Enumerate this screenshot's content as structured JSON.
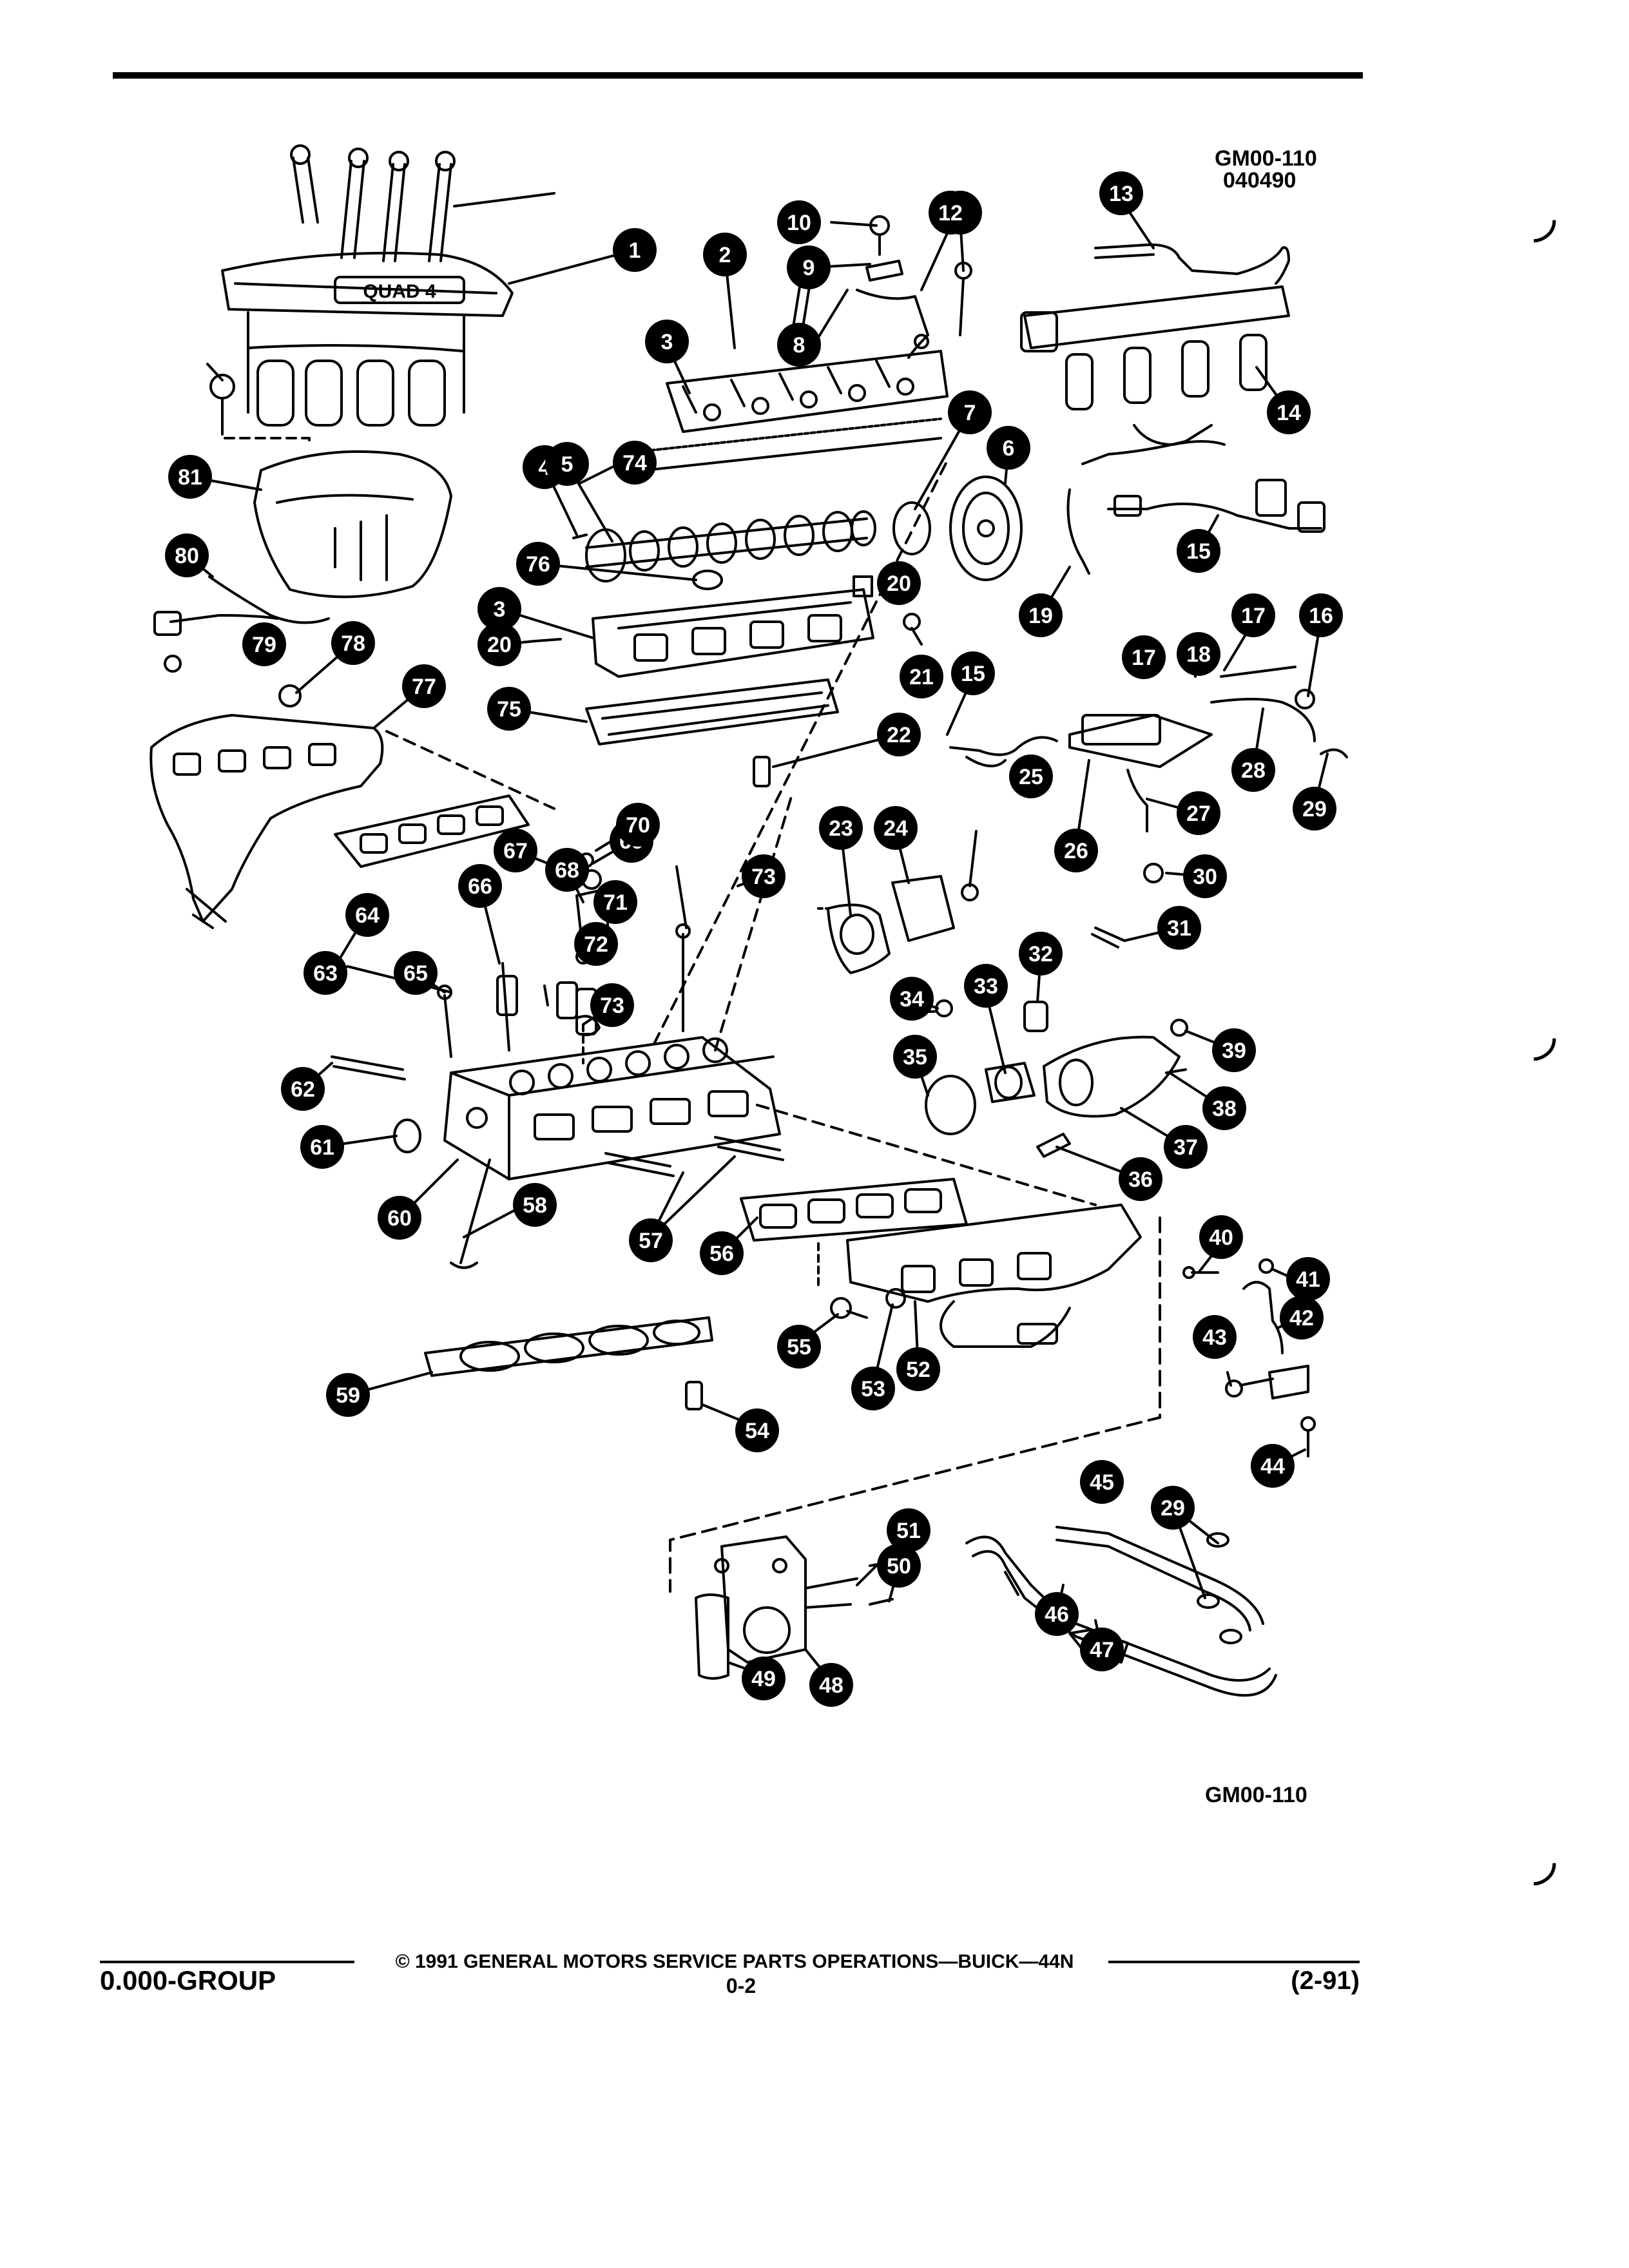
{
  "header": {
    "figure_code_top": "GM00-110",
    "figure_date_code": "040490"
  },
  "figure_code_bottom": "GM00-110",
  "part_callouts": [
    "1",
    "2",
    "3",
    "3",
    "4",
    "5",
    "6",
    "7",
    "8",
    "9",
    "10",
    "11",
    "12",
    "13",
    "14",
    "15",
    "15",
    "16",
    "17",
    "17",
    "18",
    "19",
    "20",
    "20",
    "21",
    "22",
    "23",
    "24",
    "25",
    "26",
    "27",
    "28",
    "29",
    "29",
    "30",
    "31",
    "32",
    "33",
    "34",
    "35",
    "36",
    "37",
    "38",
    "39",
    "40",
    "41",
    "42",
    "43",
    "44",
    "45",
    "46",
    "47",
    "48",
    "49",
    "50",
    "51",
    "52",
    "53",
    "54",
    "55",
    "56",
    "57",
    "58",
    "59",
    "60",
    "61",
    "62",
    "63",
    "64",
    "65",
    "66",
    "67",
    "68",
    "69",
    "70",
    "71",
    "72",
    "73",
    "73",
    "74",
    "75",
    "76",
    "77",
    "78",
    "79",
    "80",
    "81"
  ],
  "cover_badge_text": "QUAD 4",
  "footer": {
    "copyright": "© 1991 GENERAL MOTORS SERVICE PARTS OPERATIONS—BUICK—44N",
    "page_number": "0-2",
    "group_label": "0.000-GROUP",
    "date_code": "(2-91)"
  }
}
